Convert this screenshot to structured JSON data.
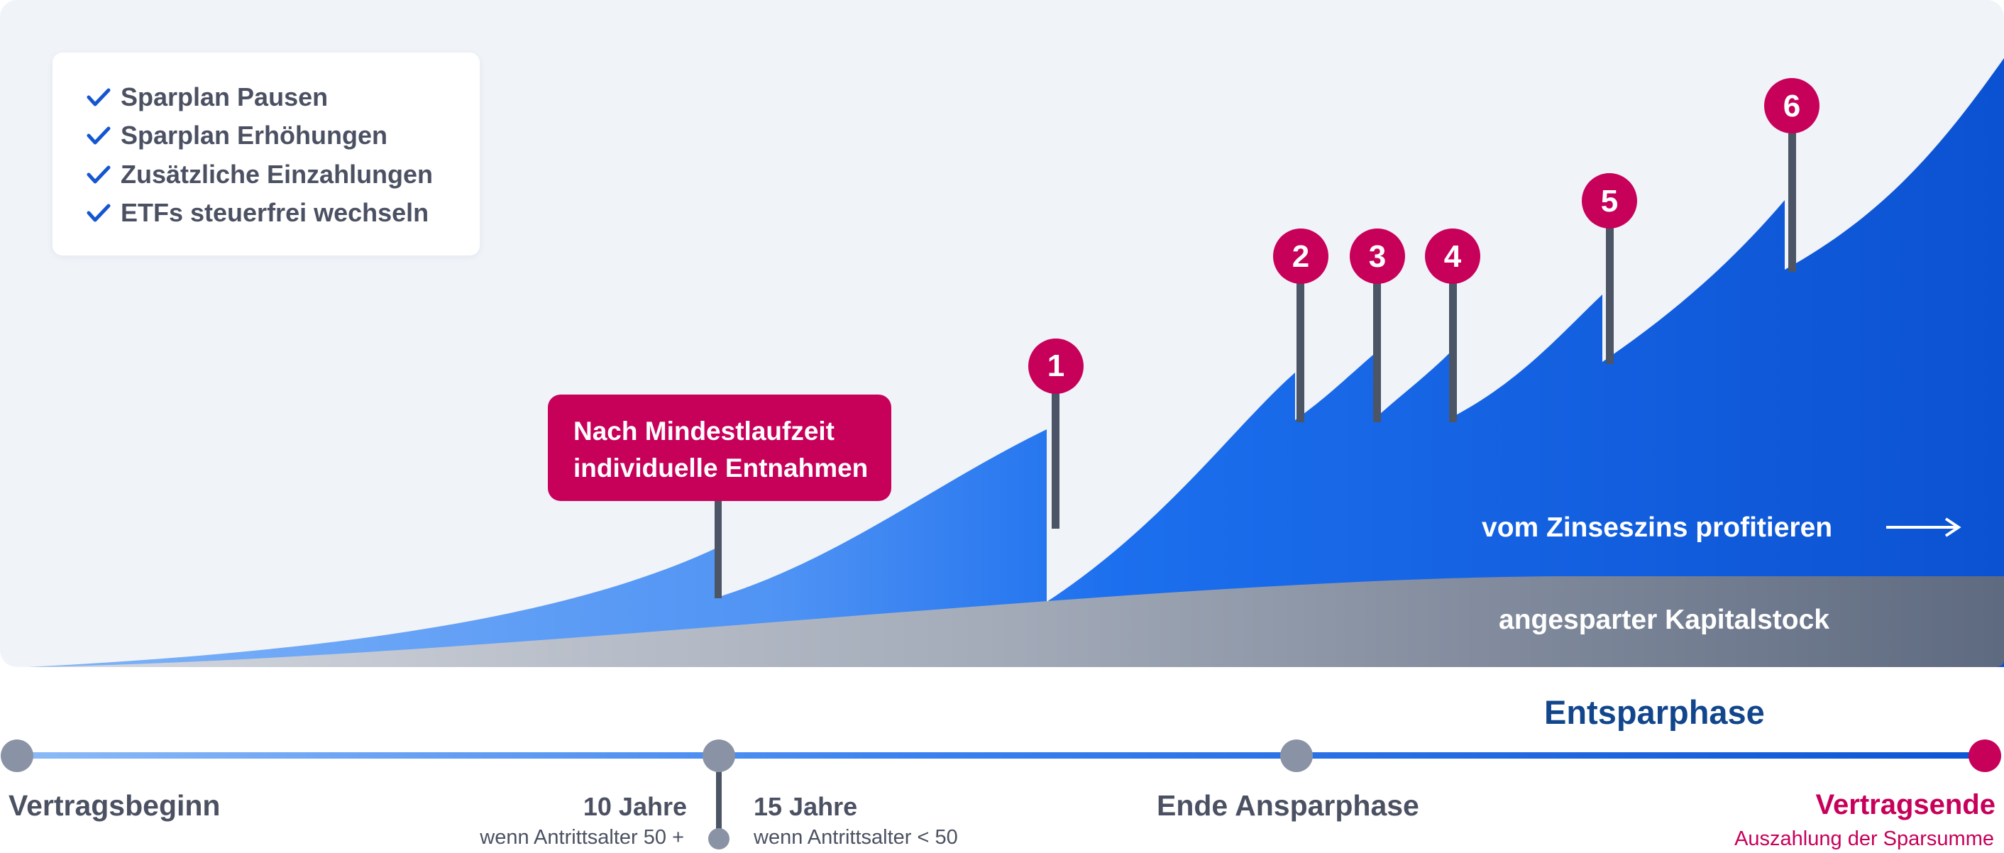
{
  "checklist": {
    "items": [
      {
        "label": "Sparplan Pausen",
        "icon": "checkmark-icon"
      },
      {
        "label": "Sparplan Erhöhungen",
        "icon": "checkmark-icon"
      },
      {
        "label": "Zusätzliche Einzahlungen",
        "icon": "checkmark-icon"
      },
      {
        "label": "ETFs steuerfrei wechseln",
        "icon": "checkmark-icon"
      }
    ]
  },
  "callout": {
    "line1": "Nach Mindestlaufzeit",
    "line2": "individuelle Entnahmen"
  },
  "markers": [
    "1",
    "2",
    "3",
    "4",
    "5",
    "6"
  ],
  "areas": {
    "growth_label": "vom Zinseszins profitieren",
    "capital_label": "angesparter Kapitalstock"
  },
  "timeline": {
    "phase_label": "Entsparphase",
    "start": "Vertragsbeginn",
    "ten_years": "10 Jahre",
    "ten_years_note": "wenn Antrittsalter 50 +",
    "fifteen_years": "15 Jahre",
    "fifteen_years_note": "wenn Antrittsalter < 50",
    "saving_end": "Ende Ansparphase",
    "contract_end": "Vertragsende",
    "contract_end_note": "Auszahlung der Sparsumme"
  },
  "colors": {
    "panel_bg": "#f0f3f8",
    "brand_magenta": "#c7005a",
    "blue_dark": "#0b52d2",
    "blue_light": "#5fa0f6",
    "gray_stock": "#5e6a80",
    "text_dark": "#4b5162",
    "phase_blue": "#12468c"
  }
}
